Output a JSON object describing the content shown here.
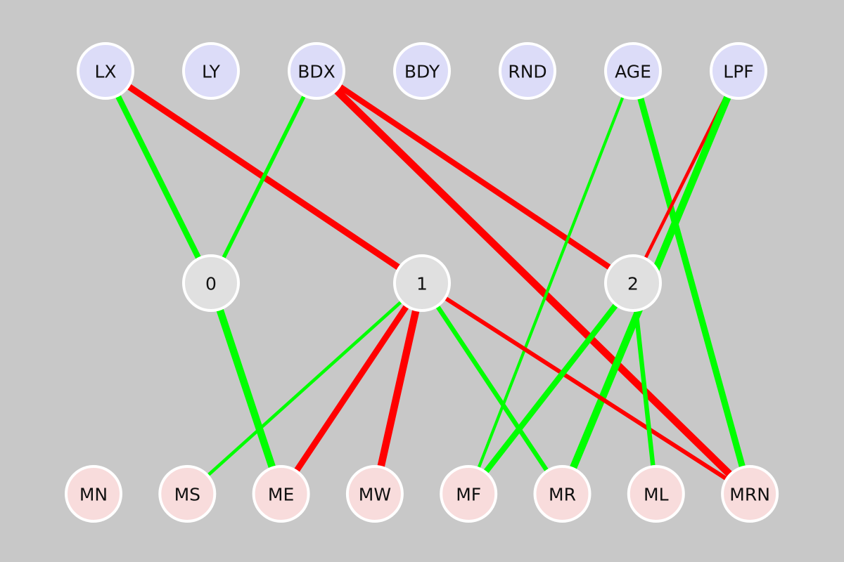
{
  "colors": {
    "background": "#c8c8c8",
    "input_fill": "#dcdcf8",
    "hidden_fill": "#e0e0e0",
    "output_fill": "#f8dcdc",
    "node_stroke": "#ffffff",
    "positive_edge": "#00ff00",
    "negative_edge": "#ff0000"
  },
  "input_nodes": [
    "LX",
    "LY",
    "BDX",
    "BDY",
    "RND",
    "AGE",
    "LPF"
  ],
  "hidden_nodes": [
    "0",
    "1",
    "2"
  ],
  "output_nodes": [
    "MN",
    "MS",
    "ME",
    "MW",
    "MF",
    "MR",
    "ML",
    "MRN"
  ],
  "edges": [
    {
      "from": "LX",
      "to": "0",
      "sign": "positive",
      "weight": 0.75
    },
    {
      "from": "LX",
      "to": "1",
      "sign": "negative",
      "weight": 0.85
    },
    {
      "from": "BDX",
      "to": "0",
      "sign": "positive",
      "weight": 0.45
    },
    {
      "from": "BDX",
      "to": "2",
      "sign": "negative",
      "weight": 0.75
    },
    {
      "from": "BDX",
      "to": "MRN",
      "sign": "negative",
      "weight": 1.0
    },
    {
      "from": "AGE",
      "to": "MF",
      "sign": "positive",
      "weight": 0.3
    },
    {
      "from": "AGE",
      "to": "MRN",
      "sign": "positive",
      "weight": 0.85
    },
    {
      "from": "LPF",
      "to": "2",
      "sign": "negative",
      "weight": 0.35
    },
    {
      "from": "LPF",
      "to": "MR",
      "sign": "positive",
      "weight": 1.0
    },
    {
      "from": "0",
      "to": "ME",
      "sign": "positive",
      "weight": 1.0
    },
    {
      "from": "1",
      "to": "MS",
      "sign": "positive",
      "weight": 0.35
    },
    {
      "from": "1",
      "to": "ME",
      "sign": "negative",
      "weight": 0.8
    },
    {
      "from": "1",
      "to": "MW",
      "sign": "negative",
      "weight": 1.0
    },
    {
      "from": "1",
      "to": "MR",
      "sign": "positive",
      "weight": 0.55
    },
    {
      "from": "1",
      "to": "MRN",
      "sign": "negative",
      "weight": 0.5
    },
    {
      "from": "2",
      "to": "MF",
      "sign": "positive",
      "weight": 0.75
    },
    {
      "from": "2",
      "to": "ML",
      "sign": "positive",
      "weight": 0.55
    }
  ]
}
